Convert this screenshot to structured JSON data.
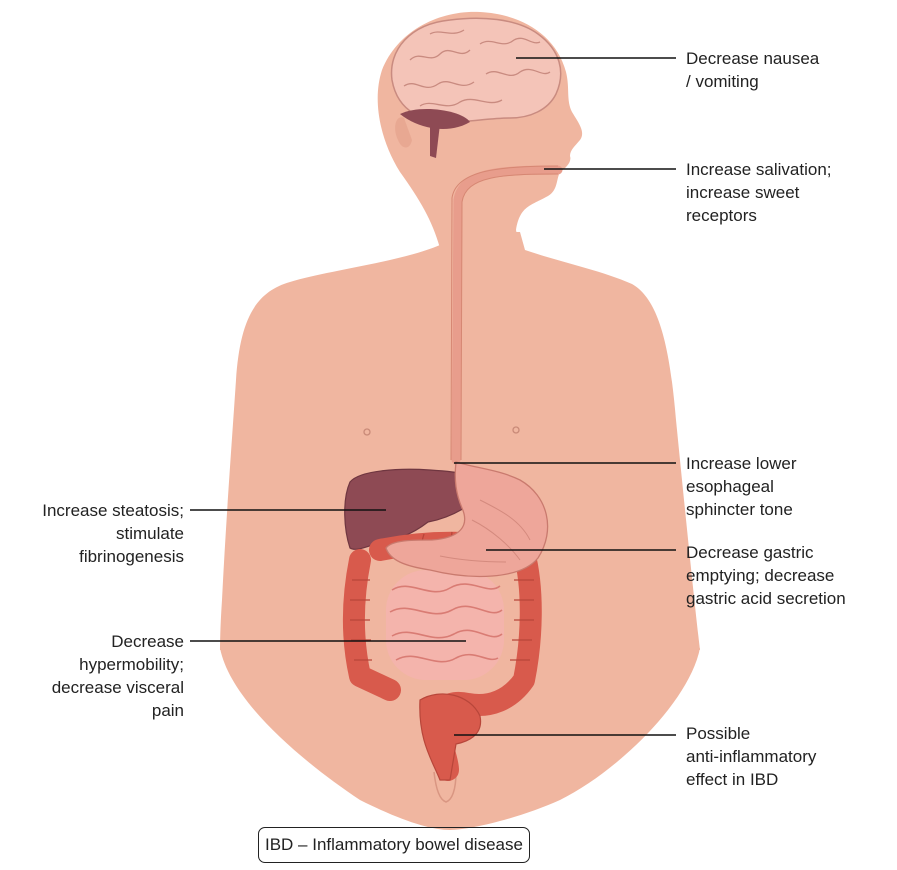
{
  "labels": {
    "brain": "Decrease nausea\n/ vomiting",
    "mouth": "Increase salivation;\nincrease sweet\nreceptors",
    "les": "Increase lower\nesophageal\nsphincter tone",
    "stomach": "Decrease gastric\nemptying; decrease\ngastric acid secretion",
    "rectum": "Possible\nanti-inflammatory\neffect in IBD",
    "liver": "Increase steatosis;\nstimulate\nfibrinogenesis",
    "intestine": "Decrease\nhypermobility;\ndecrease visceral\npain"
  },
  "legend": "IBD – Inflammatory bowel disease",
  "colors": {
    "skin": "#f0b6a0",
    "skin_shadow": "#e39f88",
    "brain": "#f4c4b8",
    "liver": "#8e4a54",
    "stomach": "#eea69a",
    "intestine": "#f0a8a0",
    "colon": "#d85a4c",
    "leader": "#111111"
  }
}
